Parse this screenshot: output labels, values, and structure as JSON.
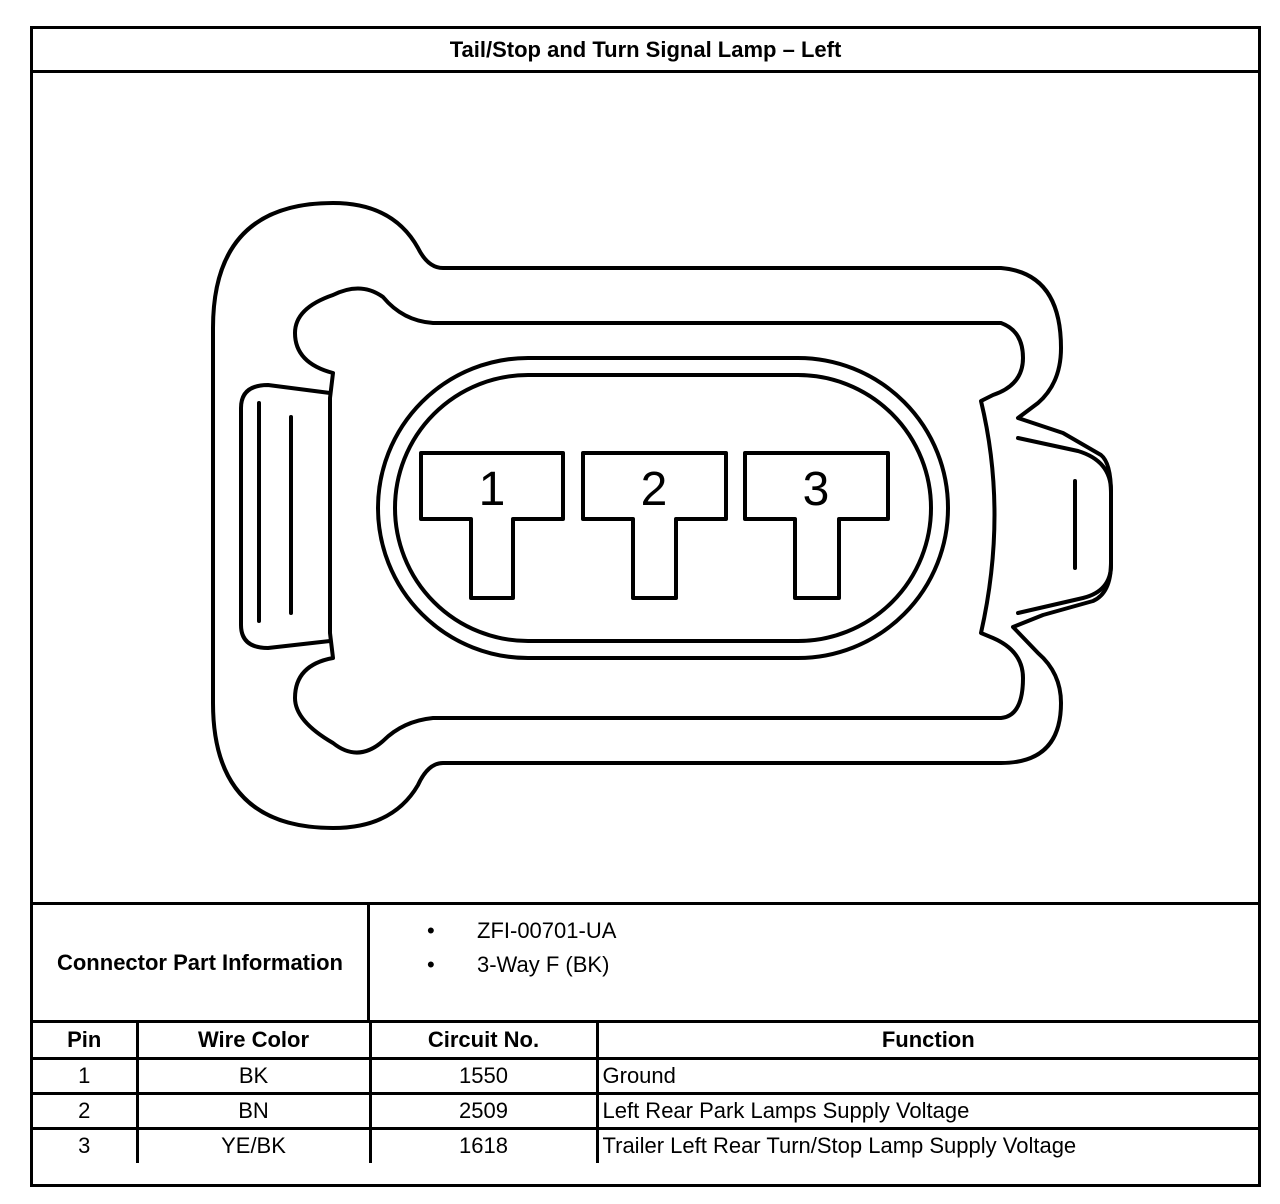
{
  "title": "Tail/Stop and Turn Signal Lamp – Left",
  "connector": {
    "pins": [
      "1",
      "2",
      "3"
    ]
  },
  "connector_part_information": {
    "label": "Connector Part Information",
    "items": [
      "ZFI-00701-UA",
      "3-Way F (BK)"
    ]
  },
  "table": {
    "headers": [
      "Pin",
      "Wire Color",
      "Circuit No.",
      "Function"
    ],
    "rows": [
      [
        "1",
        "BK",
        "1550",
        "Ground"
      ],
      [
        "2",
        "BN",
        "2509",
        "Left Rear Park Lamps Supply Voltage"
      ],
      [
        "3",
        "YE/BK",
        "1618",
        "Trailer Left Rear Turn/Stop Lamp Supply Voltage"
      ]
    ]
  }
}
